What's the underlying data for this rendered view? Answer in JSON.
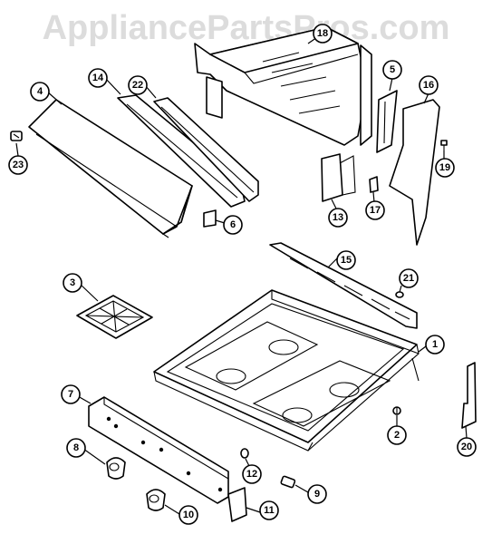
{
  "watermark": "AppliancePartsPros.com",
  "callouts": {
    "c1": "1",
    "c2": "2",
    "c3": "3",
    "c4": "4",
    "c5": "5",
    "c6": "6",
    "c7": "7",
    "c8": "8",
    "c9": "9",
    "c10": "10",
    "c11": "11",
    "c12": "12",
    "c13": "13",
    "c14": "14",
    "c15": "15",
    "c16": "16",
    "c17": "17",
    "c18": "18",
    "c19": "19",
    "c20": "20",
    "c21": "21",
    "c22": "22",
    "c23": "23"
  }
}
